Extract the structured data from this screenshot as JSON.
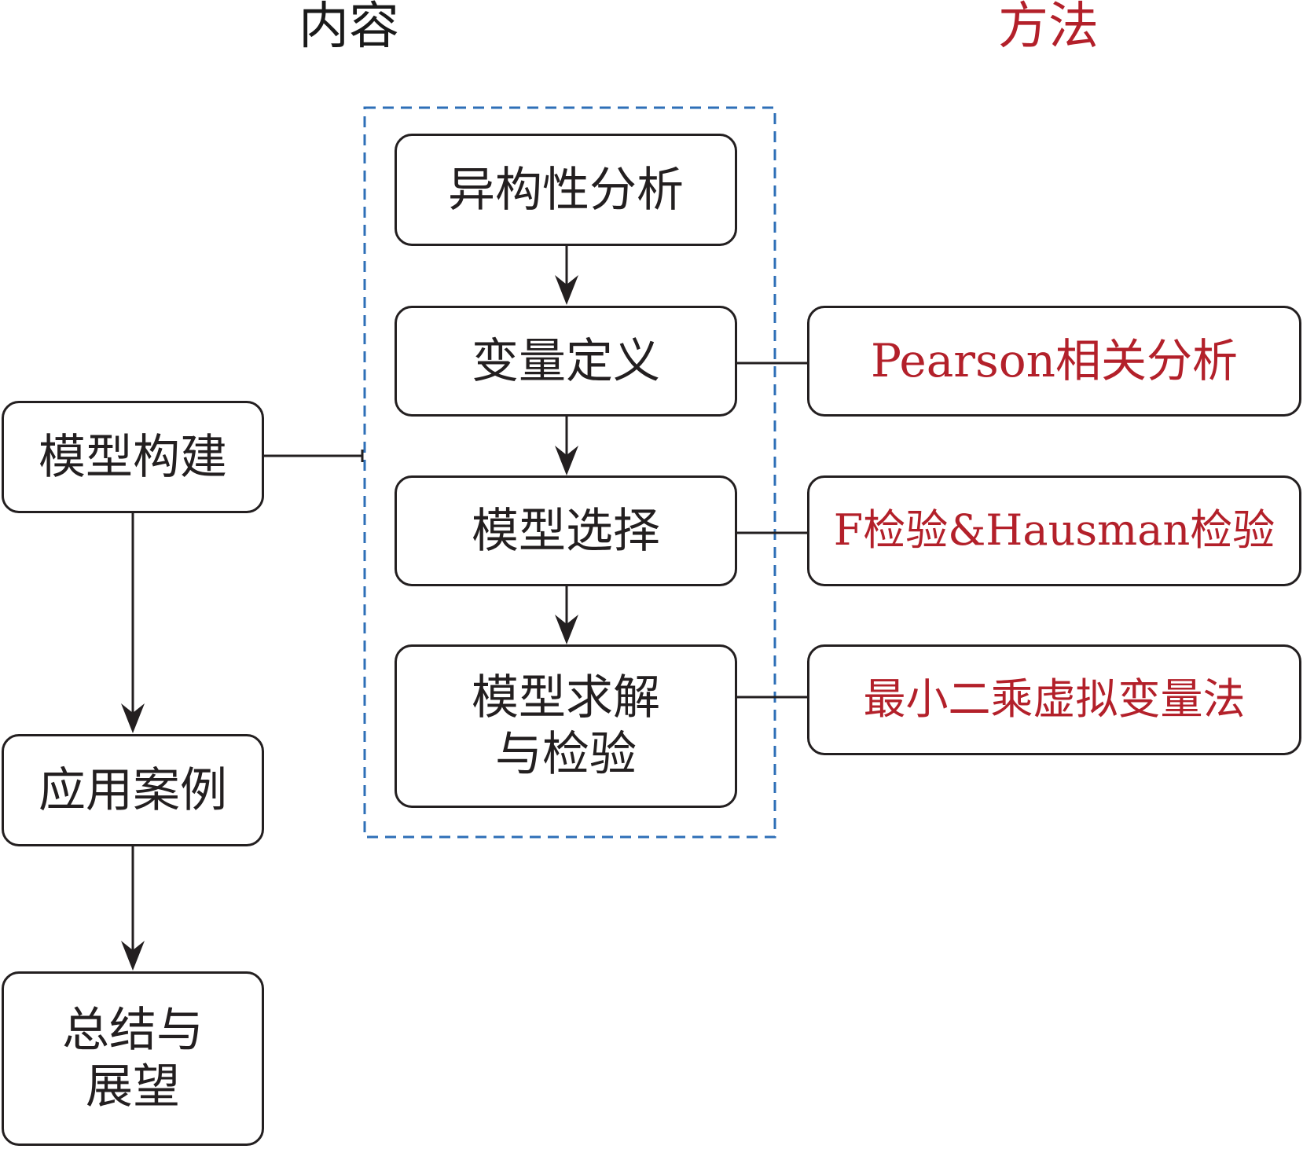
{
  "headers": {
    "content": "内容",
    "method": "方法"
  },
  "left_flow": {
    "model_building": "模型构建",
    "application": "应用案例",
    "summary_line1": "总结与",
    "summary_line2": "展望"
  },
  "center_flow": {
    "heterogeneity": "异构性分析",
    "variable_definition": "变量定义",
    "model_selection": "模型选择",
    "model_solving_line1": "模型求解",
    "model_solving_line2": "与检验"
  },
  "methods": {
    "pearson": "Pearson相关分析",
    "ftest_hausman": "F检验&Hausman检验",
    "lsdv": "最小二乘虚拟变量法"
  },
  "colors": {
    "text": "#231f20",
    "accent_red": "#b3202a",
    "dashed_blue": "#2e6fb7"
  }
}
